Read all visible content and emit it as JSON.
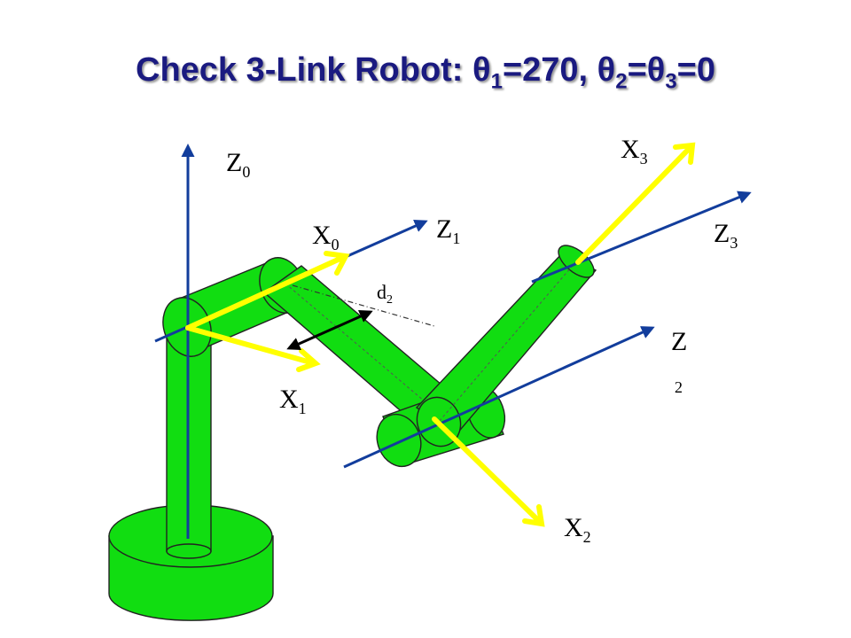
{
  "title": {
    "prefix": "Check 3-Link Robot: ",
    "theta_symbol": "θ",
    "sub1": "1",
    "part1": "=270, ",
    "sub2": "2",
    "part2": "=",
    "sub3": "3",
    "part3": "=0"
  },
  "labels": {
    "z0": {
      "letter": "Z",
      "sub": "0"
    },
    "z1": {
      "letter": "Z",
      "sub": "1"
    },
    "z2": {
      "letter": "Z",
      "sub": "2"
    },
    "z3": {
      "letter": "Z",
      "sub": "3"
    },
    "x0": {
      "letter": "X",
      "sub": "0"
    },
    "x1": {
      "letter": "X",
      "sub": "1"
    },
    "x2": {
      "letter": "X",
      "sub": "2"
    },
    "x3": {
      "letter": "X",
      "sub": "3"
    },
    "d2": {
      "letter": "d",
      "sub": "2"
    }
  },
  "colors": {
    "z_axis": "#123d9c",
    "x_axis": "#ffff00",
    "links": "#11dd11",
    "title": "#1a1a80"
  }
}
